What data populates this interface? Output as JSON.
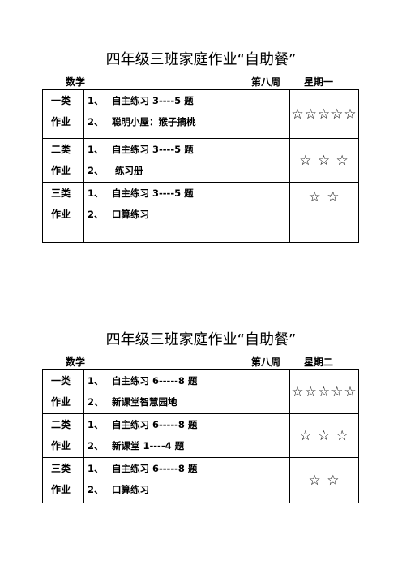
{
  "sheets": [
    {
      "title": "四年级三班家庭作业“自助餐”",
      "subject": "数学",
      "week": "第八周",
      "day": "星期一",
      "rows": [
        {
          "category_line1": "一类",
          "category_line2": "作业",
          "items": [
            {
              "num": "1、",
              "text": "自主练习 3----5 题"
            },
            {
              "num": "2、",
              "text": "聪明小屋：猴子摘桃"
            }
          ],
          "stars": "☆☆☆☆☆"
        },
        {
          "category_line1": "二类",
          "category_line2": "作业",
          "items": [
            {
              "num": "1、",
              "text": "自主练习 3----5 题"
            },
            {
              "num": "2、",
              "text": " 练习册"
            }
          ],
          "stars": "☆ ☆ ☆"
        },
        {
          "category_line1": "三类",
          "category_line2": "作业",
          "items": [
            {
              "num": "1、",
              "text": "自主练习 3----5 题"
            },
            {
              "num": "2、",
              "text": "口算练习"
            }
          ],
          "stars": "☆ ☆"
        }
      ]
    },
    {
      "title": "四年级三班家庭作业“自助餐”",
      "subject": "数学",
      "week": "第八周",
      "day": "星期二",
      "rows": [
        {
          "category_line1": "一类",
          "category_line2": "作业",
          "items": [
            {
              "num": "1、",
              "text": "自主练习 6-----8 题"
            },
            {
              "num": "2、",
              "text": "新课堂智慧园地"
            }
          ],
          "stars": "☆☆☆☆☆"
        },
        {
          "category_line1": "二类",
          "category_line2": "作业",
          "items": [
            {
              "num": "1、",
              "text": "自主练习 6-----8 题"
            },
            {
              "num": "2、",
              "text": "新课堂 1----4 题"
            }
          ],
          "stars": "☆ ☆ ☆"
        },
        {
          "category_line1": "三类",
          "category_line2": "作业",
          "items": [
            {
              "num": "1、",
              "text": "自主练习 6-----8 题"
            },
            {
              "num": "2、",
              "text": "口算练习"
            }
          ],
          "stars": "☆ ☆"
        }
      ]
    }
  ]
}
